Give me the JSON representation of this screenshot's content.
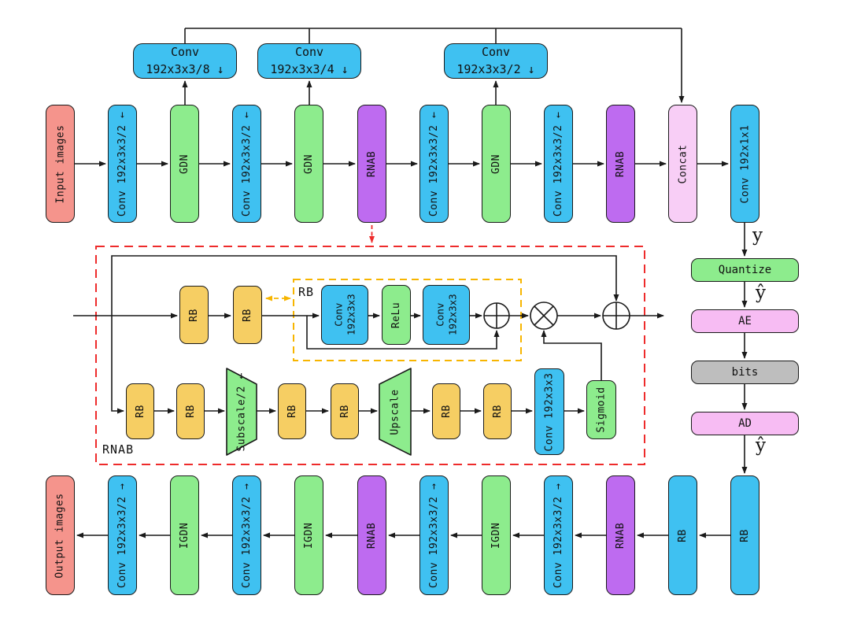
{
  "palette": {
    "block_blue": "#3FC1F1",
    "block_green": "#8DEC8D",
    "block_salmon": "#F5948C",
    "block_purple": "#BE6BF0",
    "concat_pink": "#F8CEF6",
    "ae_pink": "#F7BCF3",
    "bits_gray": "#BEBEBE",
    "rb_yellow": "#F6CE63",
    "red_dashed": "#EE2B2B",
    "yellow_dashed": "#F7B500",
    "line_black": "#1a1a1a"
  },
  "encoder": {
    "blocks": [
      {
        "label": "Input images",
        "color": "block_salmon"
      },
      {
        "label": "Conv 192x3x3/2 ↓",
        "color": "block_blue"
      },
      {
        "label": "GDN",
        "color": "block_green"
      },
      {
        "label": "Conv 192x3x3/2 ↓",
        "color": "block_blue"
      },
      {
        "label": "GDN",
        "color": "block_green"
      },
      {
        "label": "RNAB",
        "color": "block_purple"
      },
      {
        "label": "Conv 192x3x3/2 ↓",
        "color": "block_blue"
      },
      {
        "label": "GDN",
        "color": "block_green"
      },
      {
        "label": "Conv 192x3x3/2 ↓",
        "color": "block_blue"
      },
      {
        "label": "RNAB",
        "color": "block_purple"
      },
      {
        "label": "Concat",
        "color": "concat_pink"
      },
      {
        "label": "Conv 192x1x1",
        "color": "block_blue"
      }
    ]
  },
  "skip_convs": [
    {
      "line1": "Conv",
      "line2": "192x3x3/8 ↓",
      "color": "block_blue"
    },
    {
      "line1": "Conv",
      "line2": "192x3x3/4 ↓",
      "color": "block_blue"
    },
    {
      "line1": "Conv",
      "line2": "192x3x3/2 ↓",
      "color": "block_blue"
    }
  ],
  "bitstream": {
    "y": "y",
    "quantize": "Quantize",
    "y_hat": "ŷ",
    "ae": "AE",
    "bits": "bits",
    "ad": "AD",
    "y_hat2": "ŷ",
    "quantize_color": "block_green",
    "ae_color": "ae_pink",
    "bits_color": "bits_gray",
    "ad_color": "ae_pink"
  },
  "decoder": {
    "blocks": [
      {
        "label": "Output images",
        "color": "block_salmon"
      },
      {
        "label": "Conv 192x3x3/2 ↑",
        "color": "block_blue"
      },
      {
        "label": "IGDN",
        "color": "block_green"
      },
      {
        "label": "Conv 192x3x3/2 ↑",
        "color": "block_blue"
      },
      {
        "label": "IGDN",
        "color": "block_green"
      },
      {
        "label": "RNAB",
        "color": "block_purple"
      },
      {
        "label": "Conv 192x3x3/2 ↑",
        "color": "block_blue"
      },
      {
        "label": "IGDN",
        "color": "block_green"
      },
      {
        "label": "Conv 192x3x3/2 ↑",
        "color": "block_blue"
      },
      {
        "label": "RNAB",
        "color": "block_purple"
      },
      {
        "label": "RB",
        "color": "block_blue"
      },
      {
        "label": "RB",
        "color": "block_blue"
      }
    ]
  },
  "rnab": {
    "box_label": "RNAB",
    "middle_blocks": [
      {
        "label": "RB",
        "color": "rb_yellow"
      },
      {
        "label": "RB",
        "color": "rb_yellow"
      }
    ],
    "rb_detail": {
      "box_label": "RB",
      "blocks": [
        {
          "line1": "Conv",
          "line2": "192x3x3",
          "color": "block_blue"
        },
        {
          "label": "ReLu",
          "color": "block_green"
        },
        {
          "line1": "Conv",
          "line2": "192x3x3",
          "color": "block_blue"
        }
      ]
    },
    "bottom_blocks": [
      {
        "label": "RB",
        "color": "rb_yellow"
      },
      {
        "label": "RB",
        "color": "rb_yellow"
      },
      {
        "label": "Subscale/2 ↓",
        "color": "block_green"
      },
      {
        "label": "RB",
        "color": "rb_yellow"
      },
      {
        "label": "RB",
        "color": "rb_yellow"
      },
      {
        "label": "Upscale",
        "color": "block_green"
      },
      {
        "label": "RB",
        "color": "rb_yellow"
      },
      {
        "label": "RB",
        "color": "rb_yellow"
      },
      {
        "label": "Conv 192x3x3",
        "color": "block_blue"
      },
      {
        "label": "Sigmoid",
        "color": "block_green"
      }
    ],
    "operators": [
      "⊕",
      "⊗",
      "⊕"
    ]
  }
}
